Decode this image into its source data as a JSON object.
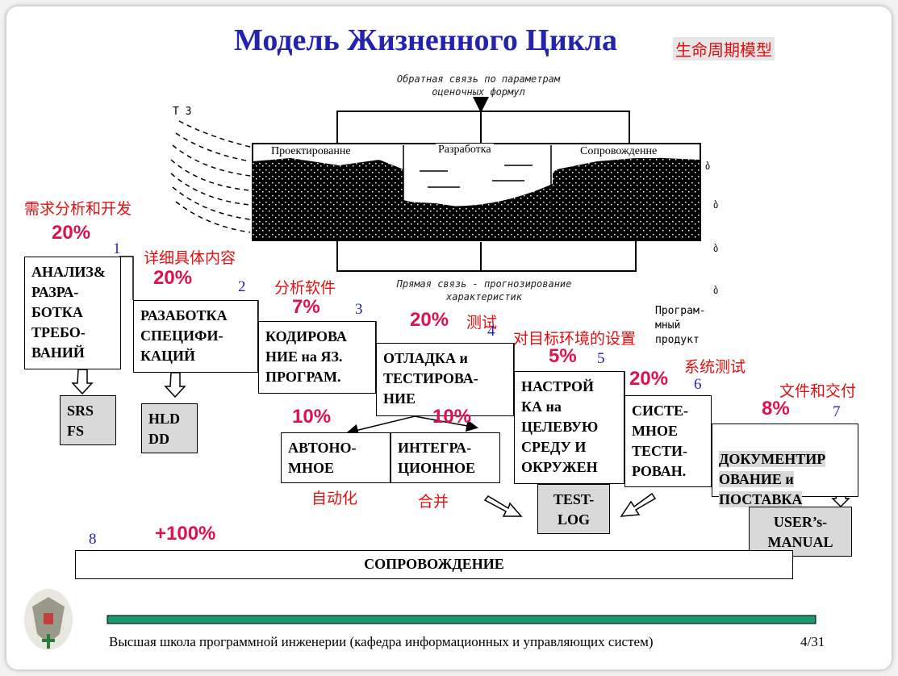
{
  "title": "Модель Жизненного Цикла",
  "title_cn": "生命周期模型",
  "feedback_top": "Обратная связь по параметрам\nоценочных формул",
  "feedback_bottom": "Прямая связь - прогнозирование\nхарактеристик",
  "tz_label": "Т З",
  "phases": [
    "Проектированне",
    "Разработка",
    "Сопровожденне"
  ],
  "program_product": "Програм-\nмный\nпродукт",
  "stages": [
    {
      "num": "1",
      "text": "АНАЛИЗ&\nРАЗРА-\nБОТКА\nТРЕБО-\nВАНИЙ",
      "pct": "20%",
      "cn": "需求分析和开发"
    },
    {
      "num": "2",
      "text": "РАЗАБОТКА\nСПЕЦИФИ-\nКАЦИЙ",
      "pct": "20%",
      "cn": "详细具体内容"
    },
    {
      "num": "3",
      "text": "КОДИРОВА\nНИЕ на ЯЗ.\nПРОГРАМ.",
      "pct": "7%",
      "cn": "分析软件"
    },
    {
      "num": "4",
      "text": "ОТЛАДКА и\nТЕСТИРОВА-\nНИЕ",
      "pct": "20%",
      "cn": "测试"
    },
    {
      "num": "5",
      "text": "НАСТРОЙ\nКА на\nЦЕЛЕВУЮ\nСРЕДУ И\nОКРУЖЕН",
      "pct": "5%",
      "cn": "对目标环境的设置"
    },
    {
      "num": "6",
      "text": "СИСТЕ-\nМНОЕ\nТЕСТИ-\nРОВАН.",
      "pct": "20%",
      "cn": "系统测试"
    },
    {
      "num": "7",
      "text": "ДОКУМЕНТИР\nОВАНИЕ и\nПОСТАВКА",
      "pct": "8%",
      "cn": "文件和交付"
    }
  ],
  "substages": [
    {
      "text": "АВТОНО-\nМНОЕ",
      "pct": "10%",
      "cn": "自动化"
    },
    {
      "text": "ИНТЕГРА-\nЦИОННОЕ",
      "pct": "10%",
      "cn": "合并"
    }
  ],
  "docs": {
    "srs": "SRS\nFS",
    "hld": "HLD\nDD",
    "testlog": "TEST-\nLOG",
    "manual": "USER’s-\nMANUAL"
  },
  "maintenance": {
    "num": "8",
    "pct": "+100%",
    "text": "СОПРОВОЖДЕНИЕ"
  },
  "footer": "Высшая школа программной инженерии (кафедра информационных и управляющих систем)",
  "page": "4/31",
  "colors": {
    "title": "#2323b0",
    "accent_red": "#e01010",
    "pct": "#e0104e",
    "footer_bar": "#1a9a6a"
  }
}
